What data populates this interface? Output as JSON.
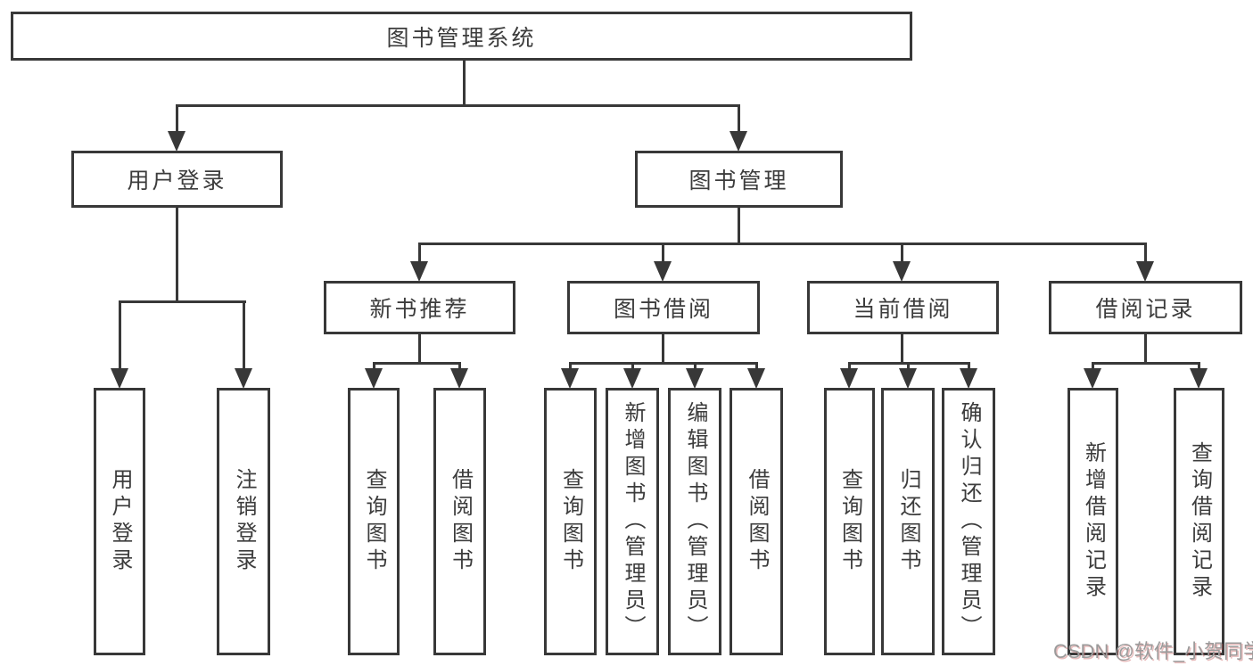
{
  "diagram": {
    "root": {
      "label": "图书管理系统"
    },
    "level2": {
      "user_login": {
        "label": "用户登录"
      },
      "book_mgmt": {
        "label": "图书管理"
      }
    },
    "level3": {
      "new_books": {
        "label": "新书推荐"
      },
      "book_borrow": {
        "label": "图书借阅"
      },
      "current_borrow": {
        "label": "当前借阅"
      },
      "borrow_records": {
        "label": "借阅记录"
      }
    },
    "leaves": {
      "ul_login": {
        "label": "用户登录"
      },
      "ul_logout": {
        "label": "注销登录"
      },
      "nb_query": {
        "label": "查询图书"
      },
      "nb_borrow": {
        "label": "借阅图书"
      },
      "bb_query": {
        "label": "查询图书"
      },
      "bb_add": {
        "label": "新增图书（管理员）"
      },
      "bb_edit": {
        "label": "编辑图书（管理员）"
      },
      "bb_borrow": {
        "label": "借阅图书"
      },
      "cb_query": {
        "label": "查询图书"
      },
      "cb_return": {
        "label": "归还图书"
      },
      "cb_confirm": {
        "label": "确认归还（管理员）"
      },
      "br_add": {
        "label": "新增借阅记录"
      },
      "br_query": {
        "label": "查询借阅记录"
      }
    },
    "watermark": "CSDN @软件_小贺同学",
    "colors": {
      "line": "#383838",
      "text": "#3c3c3c",
      "background": "#ffffff",
      "watermark_gray": "#9b9b9b",
      "watermark_red": "#c55a5a"
    }
  }
}
